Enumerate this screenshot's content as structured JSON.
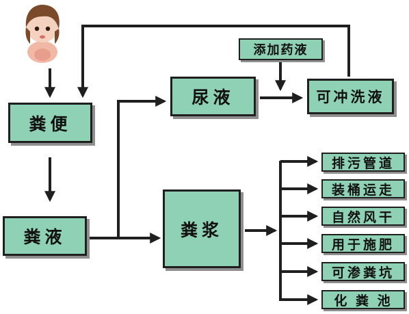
{
  "nodes": {
    "feces": "粪便",
    "liquid_feces": "粪液",
    "urine": "尿液",
    "add_chemical": "添加药液",
    "flushing_liquid": "可冲洗液",
    "slurry": "粪浆",
    "sewage_pipe": "排污管道",
    "bucket_away": "装桶运走",
    "air_dry": "自然风干",
    "fertilize": "用于施肥",
    "seepage_pit": "可渗粪坑",
    "septic_pool": "化 粪 池"
  },
  "colors": {
    "box_fill": "#8ed1b5",
    "box_border": "#1f1f1f",
    "arrow": "#1f1f1f"
  },
  "icons": [
    "baby-icon"
  ]
}
